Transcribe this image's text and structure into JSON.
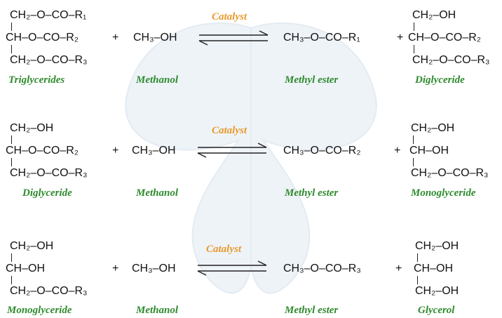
{
  "reactions": [
    {
      "catalyst": "Catalyst",
      "reactant1": {
        "lines": [
          "CH₂–O–CO–R₁",
          "CH–O–CO–R₂",
          "CH₂–O–CO–R₃"
        ],
        "label": "Triglycerides"
      },
      "plus1": "+",
      "reactant2": {
        "formula": "CH₃–OH",
        "label": "Methanol"
      },
      "product1": {
        "formula": "CH₃–O–CO–R₁",
        "label": "Methyl ester"
      },
      "plus2": "+",
      "product2": {
        "lines": [
          "CH₂–OH",
          "CH–O–CO–R₂",
          "CH₂–O–CO–R₃"
        ],
        "label": "Diglyceride"
      }
    },
    {
      "catalyst": "Catalyst",
      "reactant1": {
        "lines": [
          "CH₂–OH",
          "CH–O–CO–R₂",
          "CH₂–O–CO–R₃"
        ],
        "label": "Diglyceride"
      },
      "plus1": "+",
      "reactant2": {
        "formula": "CH₃–OH",
        "label": "Methanol"
      },
      "product1": {
        "formula": "CH₃–O–CO–R₂",
        "label": "Methyl ester"
      },
      "plus2": "+",
      "product2": {
        "lines": [
          "CH₂–OH",
          "CH–OH",
          "CH₂–O–CO–R₃"
        ],
        "label": "Monoglyceride"
      }
    },
    {
      "catalyst": "Catalyst",
      "reactant1": {
        "lines": [
          "CH₂–OH",
          "CH–OH",
          "CH₂–O–CO–R₃"
        ],
        "label": "Monoglyceride"
      },
      "plus1": "+",
      "reactant2": {
        "formula": "CH₃–OH",
        "label": "Methanol"
      },
      "product1": {
        "formula": "CH₃–O–CO–R₃",
        "label": "Methyl ester"
      },
      "plus2": "+",
      "product2": {
        "lines": [
          "CH₂–OH",
          "CH–OH",
          "CH₂–OH"
        ],
        "label": "Glycerol"
      }
    }
  ],
  "colors": {
    "label": "#2e8b2e",
    "catalyst": "#e89a2c",
    "text": "#111111",
    "watermark": "#e8f0f7"
  }
}
